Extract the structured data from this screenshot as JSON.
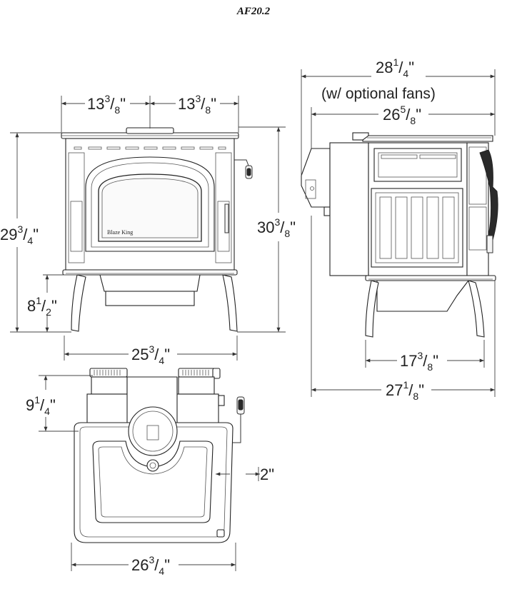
{
  "title": "AF20.2",
  "brand_label": "Blaze King",
  "dimensions": {
    "front_width_left": {
      "whole": "13",
      "num": "3",
      "den": "8",
      "unit": "\""
    },
    "front_width_right": {
      "whole": "13",
      "num": "3",
      "den": "8",
      "unit": "\""
    },
    "height_left": {
      "whole": "29",
      "num": "3",
      "den": "4",
      "unit": "\""
    },
    "height_right": {
      "whole": "30",
      "num": "3",
      "den": "8",
      "unit": "\""
    },
    "leg_height": {
      "whole": "8",
      "num": "1",
      "den": "2",
      "unit": "\""
    },
    "front_base_width": {
      "whole": "25",
      "num": "3",
      "den": "4",
      "unit": "\""
    },
    "side_depth_fans": {
      "whole": "28",
      "num": "1",
      "den": "4",
      "unit": "\""
    },
    "fans_note": "(w/ optional fans)",
    "side_depth": {
      "whole": "26",
      "num": "5",
      "den": "8",
      "unit": "\""
    },
    "side_leg_span": {
      "whole": "17",
      "num": "3",
      "den": "8",
      "unit": "\""
    },
    "side_total": {
      "whole": "27",
      "num": "1",
      "den": "8",
      "unit": "\""
    },
    "top_rear": {
      "whole": "9",
      "num": "1",
      "den": "4",
      "unit": "\""
    },
    "top_clearance": "2\"",
    "top_width": {
      "whole": "26",
      "num": "3",
      "den": "4",
      "unit": "\""
    }
  }
}
